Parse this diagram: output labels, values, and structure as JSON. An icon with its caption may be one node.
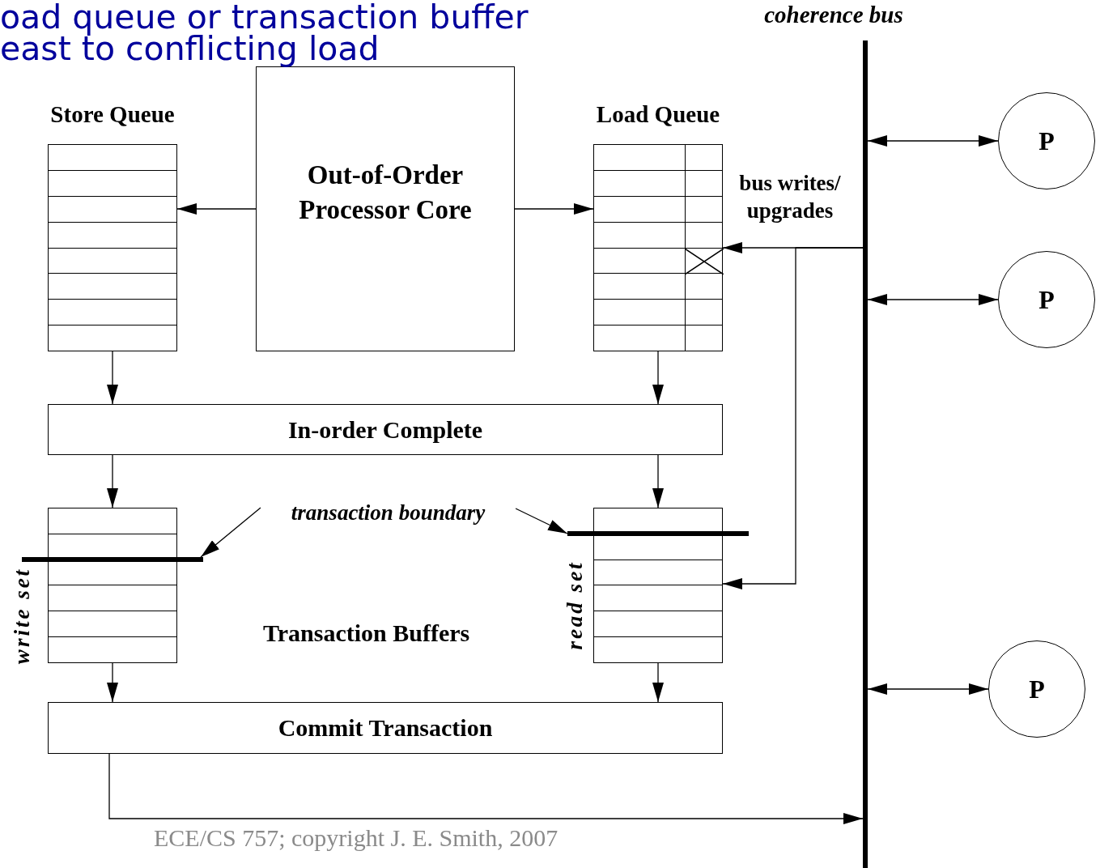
{
  "diagram": {
    "nodes": [
      {
        "text": [
          "Store Queue"
        ]
      },
      {
        "text": [
          "Out-of-Order Processor Core"
        ]
      },
      {
        "text": [
          "Load Queue"
        ]
      },
      {
        "text": [
          "In-order Complete"
        ]
      },
      {
        "text": [],
        "shape": "box",
        "beside": [
          "write set"
        ]
      },
      {
        "text": [
          "transaction boundary"
        ]
      },
      {
        "text": [],
        "shape": "box",
        "beside": [
          "read set"
        ]
      },
      {
        "text": [
          "Commit Transaction"
        ]
      },
      {
        "text": [
          "coherence bus"
        ]
      },
      {
        "text": [
          "P"
        ]
      },
      {
        "text": [
          "P"
        ]
      },
      {
        "text": [
          "P"
        ]
      },
      {
        "text": [],
        "shape": "bar"
      },
      {
        "text": [],
        "shape": "bar"
      }
    ],
    "edges": [
      {
        "from": 1,
        "to": 0,
        "arrow": "to"
      },
      {
        "from": 1,
        "to": 2,
        "arrow": "to"
      },
      {
        "from": 0,
        "to": 3,
        "arrow": "to"
      },
      {
        "from": 2,
        "to": 3,
        "arrow": "to"
      },
      {
        "from": 3,
        "to": 4,
        "arrow": "to"
      },
      {
        "from": 3,
        "to": 6,
        "arrow": "to"
      },
      {
        "from": 4,
        "to": 7,
        "arrow": "to"
      },
      {
        "from": 6,
        "to": 7,
        "arrow": "to"
      },
      {
        "from": 7,
        "to": 8,
        "arrow": "to"
      },
      {
        "from": 8,
        "to": 2,
        "arrow": "to",
        "label": "bus writes/ upgrades"
      },
      {
        "from": 8,
        "to": 6,
        "arrow": "to"
      },
      {
        "from": 8,
        "to": 9,
        "arrow": "both"
      },
      {
        "from": 8,
        "to": 10,
        "arrow": "both"
      },
      {
        "from": 8,
        "to": 11,
        "arrow": "both"
      },
      {
        "from": 5,
        "to": 12,
        "arrow": "to"
      },
      {
        "from": 5,
        "to": 13,
        "arrow": "to"
      }
    ],
    "labels": [
      "oad queue or transaction buffer",
      "east to conflicting load",
      "Transaction Buffers",
      "ECE/CS 757; copyright J. E. Smith, 2007"
    ]
  }
}
